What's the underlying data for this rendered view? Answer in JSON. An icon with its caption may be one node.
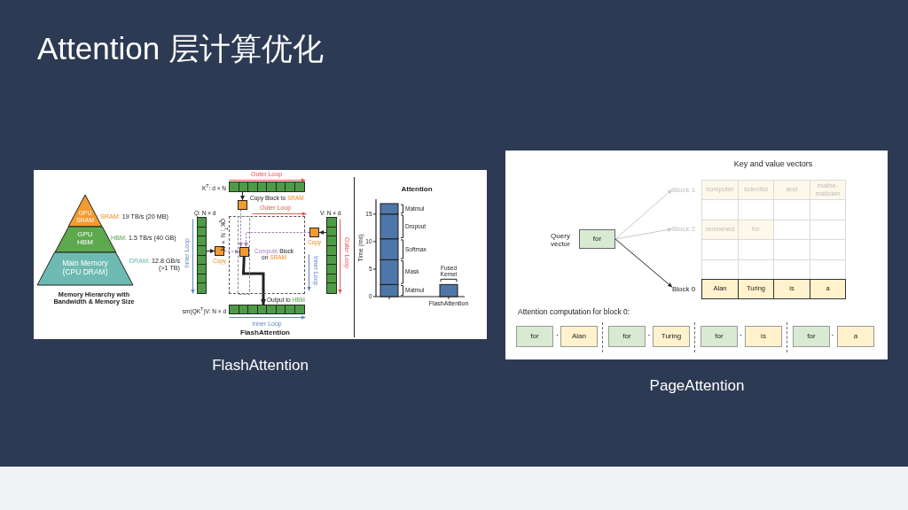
{
  "diagram": {
    "title": "Attention 层计算优化",
    "nodes": [
      {
        "text": [],
        "shape": "box",
        "beside": [
          "FlashAttention"
        ]
      },
      {
        "text": [
          "GPU SRAM"
        ],
        "beside": [
          "SRAM: 19 TB/s (20 MB)"
        ],
        "in": 0
      },
      {
        "text": [
          "GPU HBM"
        ],
        "beside": [
          "HBM: 1.5 TB/s (40 GB)"
        ],
        "in": 0
      },
      {
        "text": [
          "Main Memory (CPU DRAM)"
        ],
        "beside": [
          "DRAM: 12.8 GB/s (>1 TB)"
        ],
        "in": 0
      },
      {
        "text": [],
        "shape": "bar",
        "beside": [
          "K$^{T}$: d × N"
        ],
        "in": 0
      },
      {
        "text": [],
        "shape": "box",
        "in": 0
      },
      {
        "text": [],
        "shape": "bar",
        "beside": [
          "Q: N × d"
        ],
        "in": 0
      },
      {
        "text": [],
        "shape": "box",
        "beside": [
          "Copy"
        ],
        "in": 0
      },
      {
        "text": [],
        "shape": "box",
        "beside": [
          "QK$^{T}$: N × N"
        ],
        "in": 0
      },
      {
        "text": [],
        "shape": "box",
        "beside": [
          "Compute Block on SRAM"
        ],
        "in": 8
      },
      {
        "text": [],
        "shape": "box",
        "beside": [
          "Copy"
        ],
        "in": 0
      },
      {
        "text": [],
        "shape": "bar",
        "beside": [
          "V: N × d"
        ],
        "in": 0
      },
      {
        "text": [],
        "shape": "bar",
        "beside": [
          "sm(QK$^{T}$)V: N × d"
        ],
        "in": 0
      },
      {
        "text": [],
        "shape": "box",
        "beside": [
          "PageAttention"
        ]
      },
      {
        "text": [
          "for"
        ],
        "beside": [
          "Query vector"
        ],
        "in": 13
      },
      {
        "text": [
          "Block 1"
        ],
        "in": 13
      },
      {
        "text": [
          "computer"
        ],
        "in": 13
      },
      {
        "text": [
          "scientist"
        ],
        "in": 13
      },
      {
        "text": [
          "and"
        ],
        "in": 13
      },
      {
        "text": [
          "mathe- matician"
        ],
        "in": 13
      },
      {
        "text": [
          "Block 2"
        ],
        "in": 13
      },
      {
        "text": [
          "renowned"
        ],
        "in": 13
      },
      {
        "text": [
          "for"
        ],
        "in": 13
      },
      {
        "text": [
          "Block 0"
        ],
        "in": 13
      },
      {
        "text": [
          "Alan"
        ],
        "in": 13
      },
      {
        "text": [
          "Turing"
        ],
        "in": 13
      },
      {
        "text": [
          "is"
        ],
        "in": 13
      },
      {
        "text": [
          "a"
        ],
        "in": 13
      },
      {
        "text": [
          "for"
        ],
        "in": 13
      },
      {
        "text": [
          "Alan"
        ],
        "in": 13
      },
      {
        "text": [
          "for"
        ],
        "in": 13
      },
      {
        "text": [
          "Turing"
        ],
        "in": 13
      },
      {
        "text": [
          "for"
        ],
        "in": 13
      },
      {
        "text": [
          "is"
        ],
        "in": 13
      },
      {
        "text": [
          "for"
        ],
        "in": 13
      },
      {
        "text": [
          "a"
        ],
        "in": 13
      }
    ],
    "edges": [
      {
        "from": 4,
        "to": 5,
        "arrow": "to",
        "label": "Copy Block to SRAM"
      },
      {
        "from": 5,
        "to": 9,
        "arrow": "to",
        "style": "dashed",
        "color": "#a77fc0"
      },
      {
        "from": 6,
        "to": 7,
        "arrow": "to"
      },
      {
        "from": 7,
        "to": 9,
        "arrow": "to",
        "style": "dashed",
        "color": "#a77fc0"
      },
      {
        "from": 11,
        "to": 10,
        "arrow": "to"
      },
      {
        "from": 10,
        "to": 9,
        "arrow": "to",
        "style": "dashed",
        "color": "#a77fc0"
      },
      {
        "from": 9,
        "to": 12,
        "arrow": "to",
        "label": "Output to HBM",
        "style": "thick"
      },
      {
        "from": 14,
        "to": 15,
        "arrow": "to",
        "color": "#c8c8c8"
      },
      {
        "from": 14,
        "to": 20,
        "arrow": "to",
        "color": "#c8c8c8"
      },
      {
        "from": 14,
        "to": 23,
        "arrow": "to"
      }
    ],
    "labels": [
      "Memory Hierarchy with Bandwidth & Memory Size",
      "Outer Loop",
      "Outer Loop",
      "Inner Loop",
      "Inner Loop",
      "Outer Loop",
      "Inner Loop",
      "FlashAttention",
      "Key and value vectors",
      "Attention computation for block 0:",
      "·",
      "·",
      "·",
      "·"
    ],
    "chart_data": {
      "type": "bar",
      "title": "Attention",
      "ylabel": "Time (ms)",
      "categories": [
        null,
        "FlashAttention"
      ],
      "series": [
        {
          "name": "Matmul",
          "color": "#4f76a8",
          "values": [
            2.2,
            null
          ]
        },
        {
          "name": "Mask",
          "color": "#4f76a8",
          "values": [
            4.5,
            null
          ]
        },
        {
          "name": "Softmax",
          "color": "#4f76a8",
          "values": [
            3.8,
            null
          ]
        },
        {
          "name": "Dropout",
          "color": "#4f76a8",
          "values": [
            4.5,
            null
          ]
        },
        {
          "name": "Matmul",
          "color": "#4f76a8",
          "values": [
            1.9,
            null
          ]
        },
        {
          "name": "Fused Kernel",
          "color": "#4f76a8",
          "values": [
            null,
            2.2
          ]
        }
      ],
      "stacked": true,
      "ylim": [
        0,
        17.7
      ],
      "yticks": [
        0,
        5,
        10,
        15
      ]
    }
  }
}
